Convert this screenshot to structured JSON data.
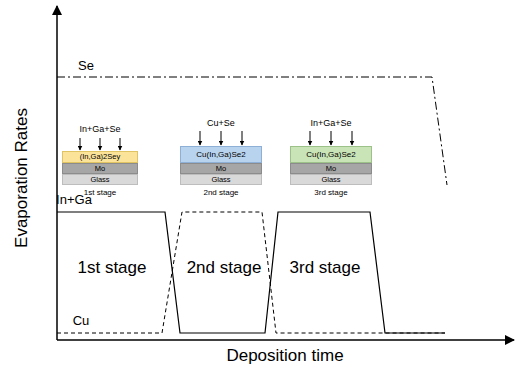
{
  "diagram": {
    "nodes": [
      {
        "text": [
          "(In,Ga)2Sey"
        ]
      },
      {
        "text": [
          "Mo"
        ]
      },
      {
        "text": [
          "Glass"
        ]
      },
      {
        "text": [
          "Cu(In,Ga)Se2"
        ]
      },
      {
        "text": [
          "Mo"
        ]
      },
      {
        "text": [
          "Glass"
        ]
      },
      {
        "text": [
          "Cu(In,Ga)Se2"
        ]
      },
      {
        "text": [
          "Mo"
        ]
      },
      {
        "text": [
          "Glass"
        ]
      }
    ],
    "labels": [
      "Se",
      "In+Ga+Se",
      "Cu+Se",
      "In+Ga+Se",
      "1st stage",
      "2nd stage",
      "3rd stage",
      "In+Ga",
      "1st stage",
      "2nd stage",
      "3rd stage",
      "Cu",
      "Evaporation Rates",
      "Deposition time"
    ]
  }
}
